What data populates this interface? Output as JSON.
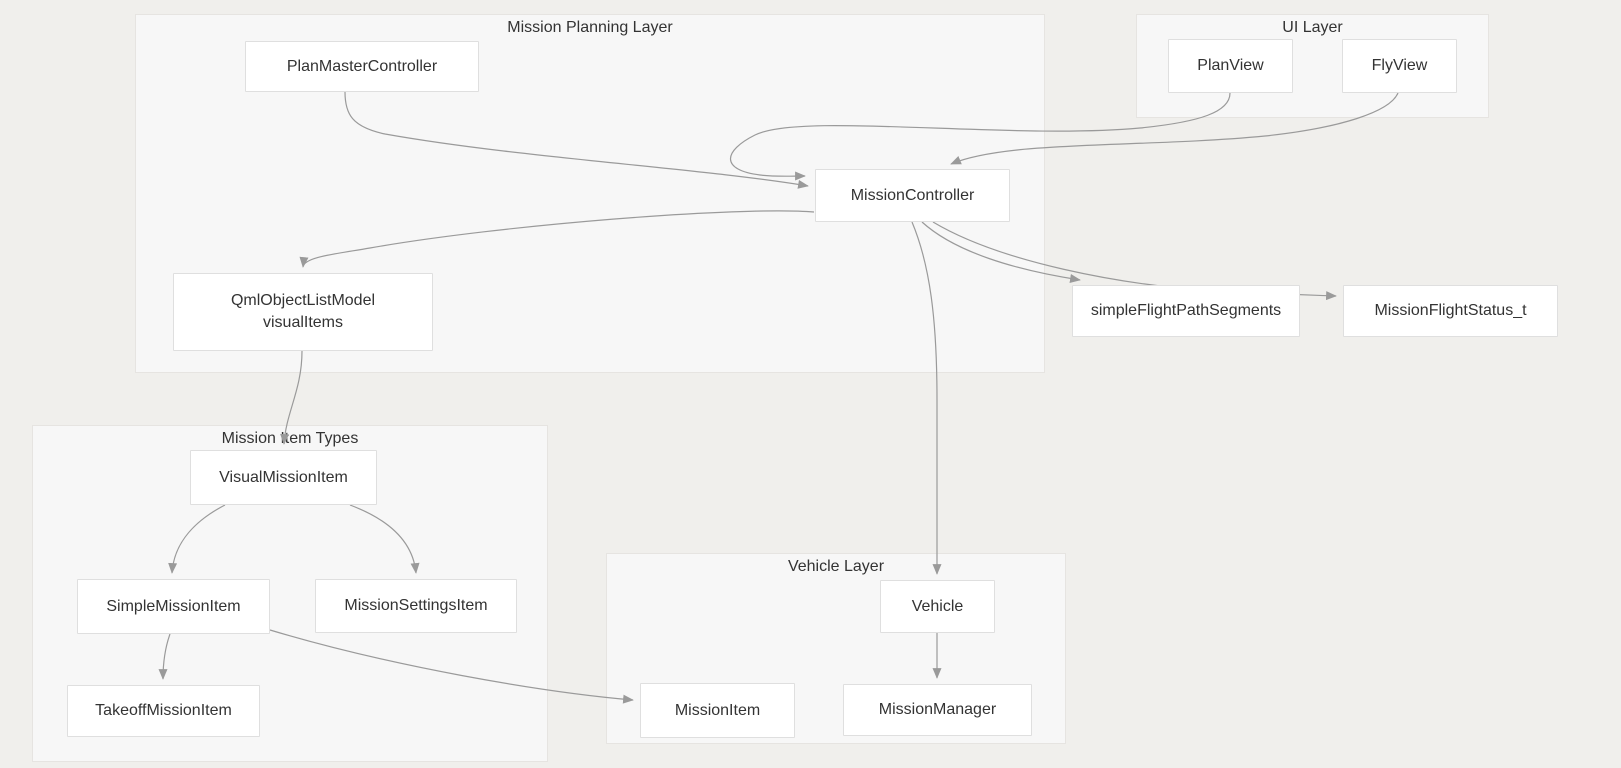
{
  "diagram": {
    "clusters": {
      "missionPlanning": {
        "title": "Mission Planning Layer"
      },
      "uiLayer": {
        "title": "UI Layer"
      },
      "missionItemTypes": {
        "title": "Mission Item Types"
      },
      "vehicleLayer": {
        "title": "Vehicle Layer"
      }
    },
    "nodes": {
      "planMasterController": {
        "label": "PlanMasterController"
      },
      "planView": {
        "label": "PlanView"
      },
      "flyView": {
        "label": "FlyView"
      },
      "missionController": {
        "label": "MissionController"
      },
      "qmlObjectListModel": {
        "label": "QmlObjectListModel",
        "label2": "visualItems"
      },
      "simpleFlightPathSegments": {
        "label": "simpleFlightPathSegments"
      },
      "missionFlightStatus": {
        "label": "MissionFlightStatus_t"
      },
      "visualMissionItem": {
        "label": "VisualMissionItem"
      },
      "simpleMissionItem": {
        "label": "SimpleMissionItem"
      },
      "missionSettingsItem": {
        "label": "MissionSettingsItem"
      },
      "takeoffMissionItem": {
        "label": "TakeoffMissionItem"
      },
      "vehicle": {
        "label": "Vehicle"
      },
      "missionItem": {
        "label": "MissionItem"
      },
      "missionManager": {
        "label": "MissionManager"
      }
    },
    "edges": [
      {
        "from": "PlanMasterController",
        "to": "MissionController"
      },
      {
        "from": "PlanView",
        "to": "MissionController"
      },
      {
        "from": "FlyView",
        "to": "MissionController"
      },
      {
        "from": "MissionController",
        "to": "QmlObjectListModel visualItems"
      },
      {
        "from": "MissionController",
        "to": "simpleFlightPathSegments"
      },
      {
        "from": "MissionController",
        "to": "MissionFlightStatus_t"
      },
      {
        "from": "MissionController",
        "to": "Vehicle"
      },
      {
        "from": "QmlObjectListModel visualItems",
        "to": "VisualMissionItem"
      },
      {
        "from": "VisualMissionItem",
        "to": "SimpleMissionItem"
      },
      {
        "from": "VisualMissionItem",
        "to": "MissionSettingsItem"
      },
      {
        "from": "SimpleMissionItem",
        "to": "TakeoffMissionItem"
      },
      {
        "from": "SimpleMissionItem",
        "to": "MissionItem"
      },
      {
        "from": "Vehicle",
        "to": "MissionManager"
      }
    ],
    "colors": {
      "page_background": "#f0efec",
      "cluster_background": "#f7f7f7",
      "cluster_border": "#e6e4e1",
      "node_background": "#ffffff",
      "node_border": "#dfdfdf",
      "edge": "#9a9a9a",
      "text": "#333333"
    }
  }
}
